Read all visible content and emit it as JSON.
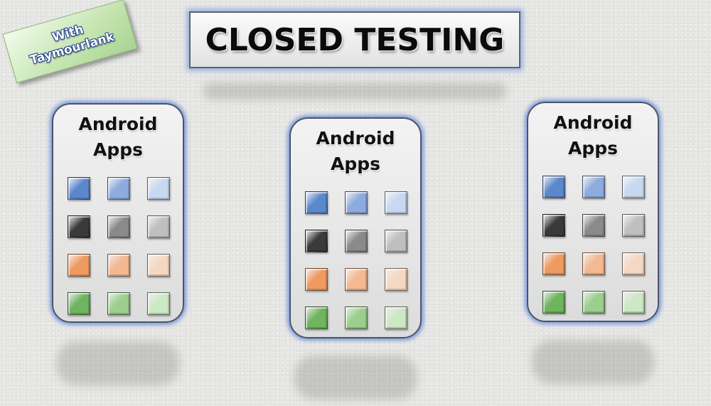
{
  "badge": {
    "line1": "With",
    "line2": "Taymourlank"
  },
  "title": "CLOSED TESTING",
  "panels": [
    {
      "title_line1": "Android",
      "title_line2": "Apps"
    },
    {
      "title_line1": "Android",
      "title_line2": "Apps"
    },
    {
      "title_line1": "Android",
      "title_line2": "Apps"
    }
  ],
  "tile_grid": {
    "rows": 4,
    "cols": 3,
    "row_colors": [
      [
        "#5b87cc",
        "#8eabde",
        "#c7d8f0"
      ],
      [
        "#3a3a3a",
        "#8a8a8a",
        "#bfbfbf"
      ],
      [
        "#ef9a5f",
        "#f4b992",
        "#f6d8c2"
      ],
      [
        "#6fb45e",
        "#9ccf8e",
        "#cde8c4"
      ]
    ]
  }
}
